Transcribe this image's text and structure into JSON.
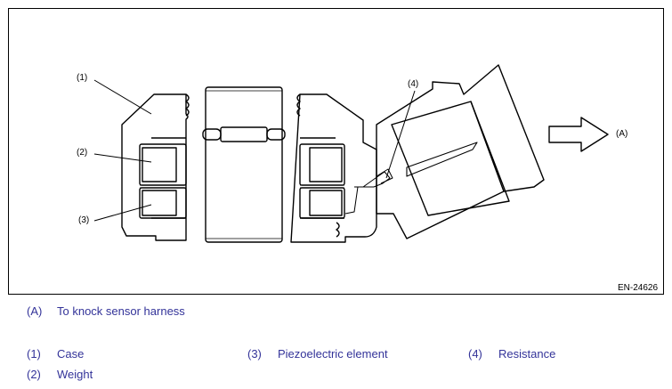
{
  "figure": {
    "callouts": {
      "c1": "(1)",
      "c2": "(2)",
      "c3": "(3)",
      "c4": "(4)",
      "a": "(A)"
    },
    "figure_id": "EN-24626"
  },
  "legend": {
    "direction": {
      "key": "(A)",
      "text": "To knock sensor harness"
    },
    "items": [
      {
        "key": "(1)",
        "text": "Case"
      },
      {
        "key": "(2)",
        "text": "Weight"
      },
      {
        "key": "(3)",
        "text": "Piezoelectric element"
      },
      {
        "key": "(4)",
        "text": "Resistance"
      }
    ]
  },
  "colors": {
    "legend_text": "#333399",
    "line": "#000000"
  }
}
